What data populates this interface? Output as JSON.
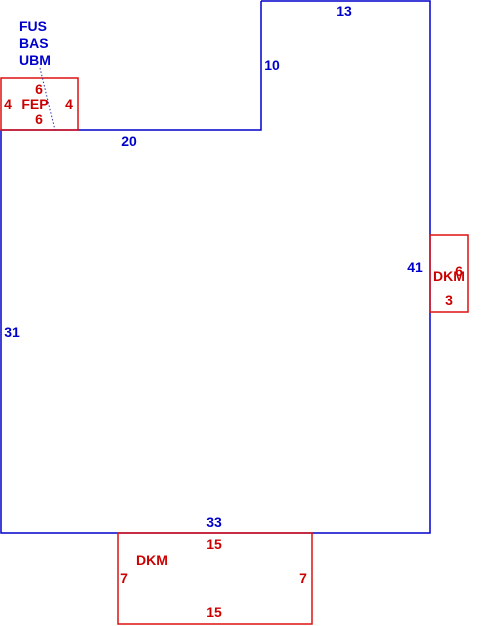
{
  "main_structure": {
    "legend": [
      "FUS",
      "BAS",
      "UBM"
    ],
    "dimensions": {
      "top": "13",
      "notch_right": "10",
      "notch_bottom": "20",
      "right": "41",
      "left": "31",
      "bottom": "33"
    },
    "color": "#0000cc"
  },
  "attachments": {
    "fep": {
      "label": "FEP",
      "dims": {
        "top": "6",
        "bottom": "6",
        "left": "4",
        "right": "4"
      }
    },
    "dkm_right": {
      "label": "DKM",
      "dims": {
        "inner": "6",
        "bottom": "3"
      }
    },
    "dkm_bottom": {
      "label": "DKM",
      "dims": {
        "top": "15",
        "bottom": "15",
        "left": "7",
        "right": "7"
      }
    },
    "color": "#cc0000"
  }
}
